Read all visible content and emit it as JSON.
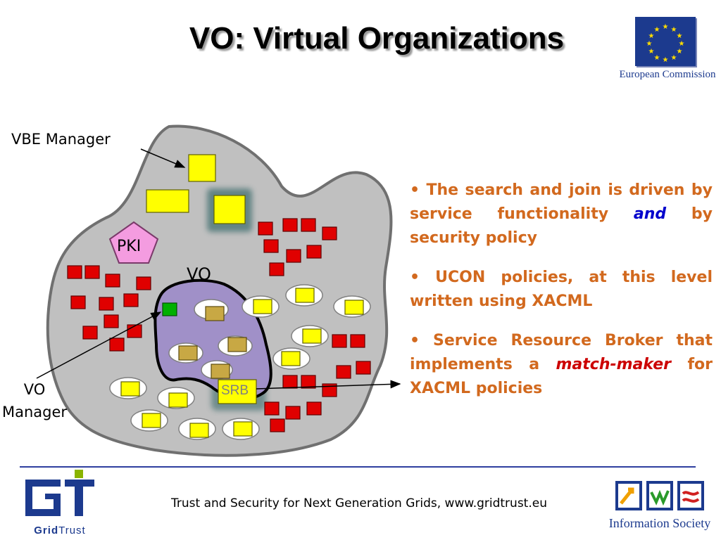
{
  "title": "VO: Virtual Organizations",
  "header_logo": {
    "text": "European Commission"
  },
  "diagram": {
    "vbe_manager_label": "VBE Manager",
    "vo_manager_label": "VO\nManager",
    "vo_label": "VO",
    "pki_label": "PKI",
    "srb_label": "SRB"
  },
  "bullets": [
    {
      "prefix": "• ",
      "parts": [
        {
          "text": "The search and join is driven by service functionality ",
          "style": "normal"
        },
        {
          "text": "and",
          "style": "blue"
        },
        {
          "text": " by security policy",
          "style": "normal"
        }
      ]
    },
    {
      "prefix": "• ",
      "parts": [
        {
          "text": "UCON policies, at this level written using XACML",
          "style": "normal"
        }
      ]
    },
    {
      "prefix": "• ",
      "parts": [
        {
          "text": "Service Resource Broker that implements a ",
          "style": "normal"
        },
        {
          "text": "match-maker",
          "style": "red"
        },
        {
          "text": " for XACML policies",
          "style": "normal"
        }
      ]
    }
  ],
  "footer": {
    "text": "Trust and Security for Next Generation Grids, www.gridtrust.eu",
    "left_logo": {
      "grid": "Grid",
      "trust": "Trust"
    },
    "right_logo": {
      "text": "Information Society"
    }
  },
  "colors": {
    "title_shadow": "#9a9a9a",
    "bullet_text": "#d2691e",
    "emphasis_blue": "#0000cc",
    "emphasis_red": "#cc0000",
    "divider": "#2f3f9f",
    "cloud_fill": "#c0c0c0",
    "vo_fill": "#a090c8",
    "pki_fill": "#f49ce0",
    "node_yellow": "#ffff00",
    "node_red": "#e00000",
    "node_green": "#00b000",
    "node_olive": "#c8a844"
  }
}
